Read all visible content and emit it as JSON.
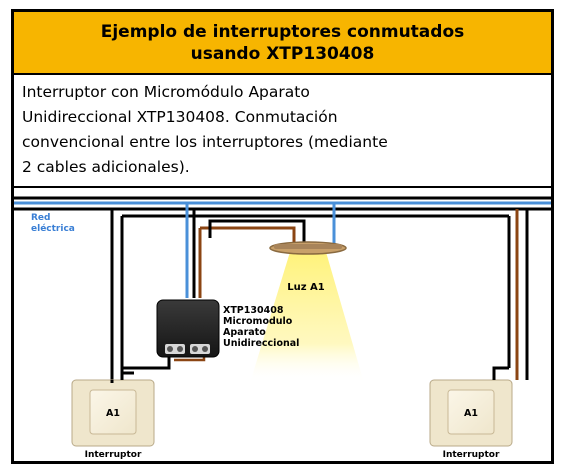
{
  "title": {
    "line1": "Ejemplo de interruptores conmutados",
    "line2": "usando XTP130408"
  },
  "description": {
    "lines": [
      "Interruptor con Micromódulo Aparato",
      "Unidireccional XTP130408. Conmutación",
      "convencional entre los interruptores (mediante",
      "2 cables adicionales)."
    ]
  },
  "diagram": {
    "red_label_line1": "Red",
    "red_label_line2": "eléctrica",
    "lamp_label": "Luz A1",
    "module_label_lines": [
      "XTP130408",
      "Micromodulo",
      "Aparato",
      "Unidireccional"
    ],
    "switch_left_label": "A1",
    "switch_right_label": "A1",
    "switch_left_caption": "Interruptor",
    "switch_right_caption": "Interruptor"
  },
  "colors": {
    "title_band": "#f7b500",
    "phase_wire": "#000000",
    "neutral_wire": "#4a90d9",
    "live_wire": "#8b4513",
    "light_beam": "#fff06a",
    "red_label": "#3a7fd5"
  }
}
